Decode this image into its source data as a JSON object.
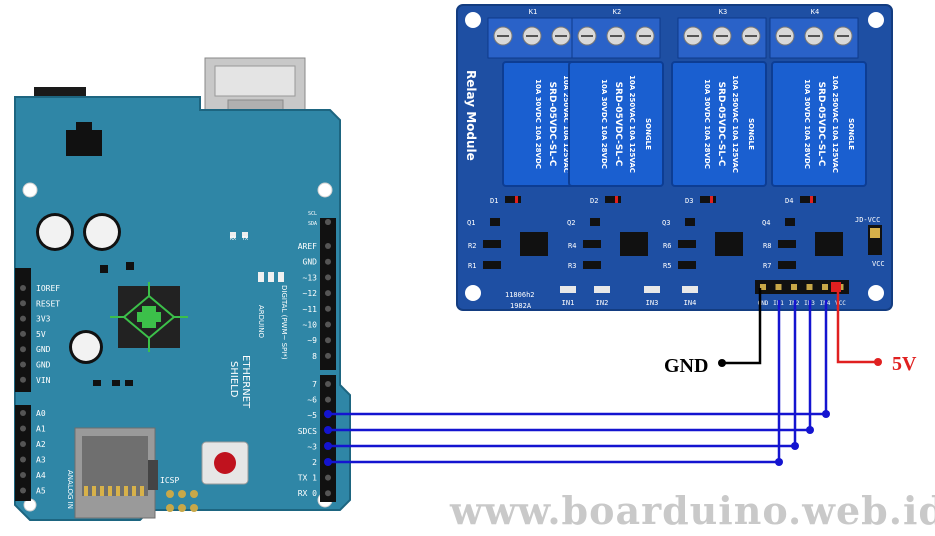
{
  "arduino": {
    "brand": "ARDUINO",
    "shield_name": "ETHERNET",
    "shield_sub": "SHIELD",
    "digital_label": "DIGITAL (PWM~ SPI*)",
    "analog_label": "ANALOG IN",
    "icsp_label": "ICSP",
    "top_pins": [
      "SCL",
      "SDA",
      "AREF",
      "GND",
      "~13",
      "~12",
      "~11",
      "~10",
      "~9",
      "8"
    ],
    "bottom_pins": [
      "7",
      "~6",
      "~5",
      "SDCS",
      "~3",
      "2",
      "TX 1",
      "RX 0"
    ],
    "power_pins": [
      "IOREF",
      "RESET",
      "3V3",
      "5V",
      "GND",
      "GND",
      "VIN"
    ],
    "analog_pins": [
      "A0",
      "A1",
      "A2",
      "A3",
      "A4",
      "A5"
    ],
    "led_labels": [
      "RX",
      "TX"
    ]
  },
  "relay_module": {
    "terminal_labels": [
      "K1",
      "K2",
      "K3",
      "K4"
    ],
    "relay_model": "SRD-05VDC-SL-C",
    "relay_brand": "SONGLE",
    "relay_ratings": [
      "10A 250VAC",
      "10A 125VAC",
      "10A 30VDC",
      "10A 28VDC"
    ],
    "module_text": "Relay Module",
    "transistors": [
      "Q1",
      "Q2",
      "Q3",
      "Q4"
    ],
    "diodes": [
      "D1",
      "D2",
      "D3",
      "D4"
    ],
    "resistors_left": [
      "R2",
      "R1",
      "R4",
      "R3",
      "R6",
      "R5",
      "R8",
      "R7"
    ],
    "board_code": "11806h2",
    "board_code2": "1982A",
    "jumper_labels": [
      "JD-VCC",
      "VCC"
    ],
    "led_labels": [
      "IN1",
      "IN2",
      "IN3",
      "IN4"
    ],
    "header_pins": [
      "GND",
      "IN1",
      "IN2",
      "IN3",
      "IN4",
      "VCC"
    ]
  },
  "labels": {
    "gnd": "GND",
    "vcc": "5V"
  },
  "watermark": "www.boarduino.web.id",
  "colors": {
    "arduino_board": "#2f86a6",
    "relay_board": "#1e4fa3",
    "relay_body": "#1a5fd0",
    "terminal": "#2a62c8",
    "signal_wire": "#1414d0",
    "gnd_wire": "#000000",
    "vcc_wire": "#e02020"
  }
}
